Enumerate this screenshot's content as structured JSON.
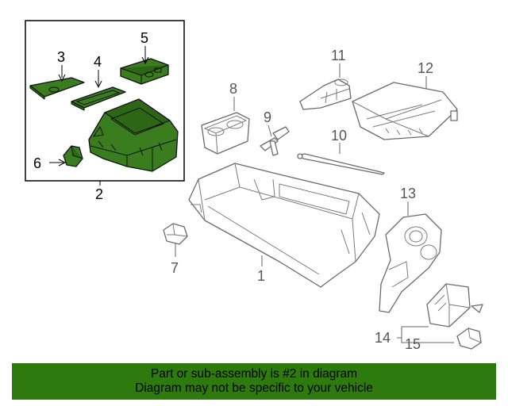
{
  "callouts": {
    "c1": "1",
    "c2": "2",
    "c3": "3",
    "c4": "4",
    "c5": "5",
    "c6": "6",
    "c7": "7",
    "c8": "8",
    "c9": "9",
    "c10": "10",
    "c11": "11",
    "c12": "12",
    "c13": "13",
    "c14": "14",
    "c15": "15"
  },
  "banner": {
    "line1": "Part or sub-assembly is #2 in diagram",
    "line2": "Diagram may not be specific to your vehicle"
  },
  "colors": {
    "highlight_part": "#3a7d1f",
    "banner_bg": "#2e7a0f"
  }
}
